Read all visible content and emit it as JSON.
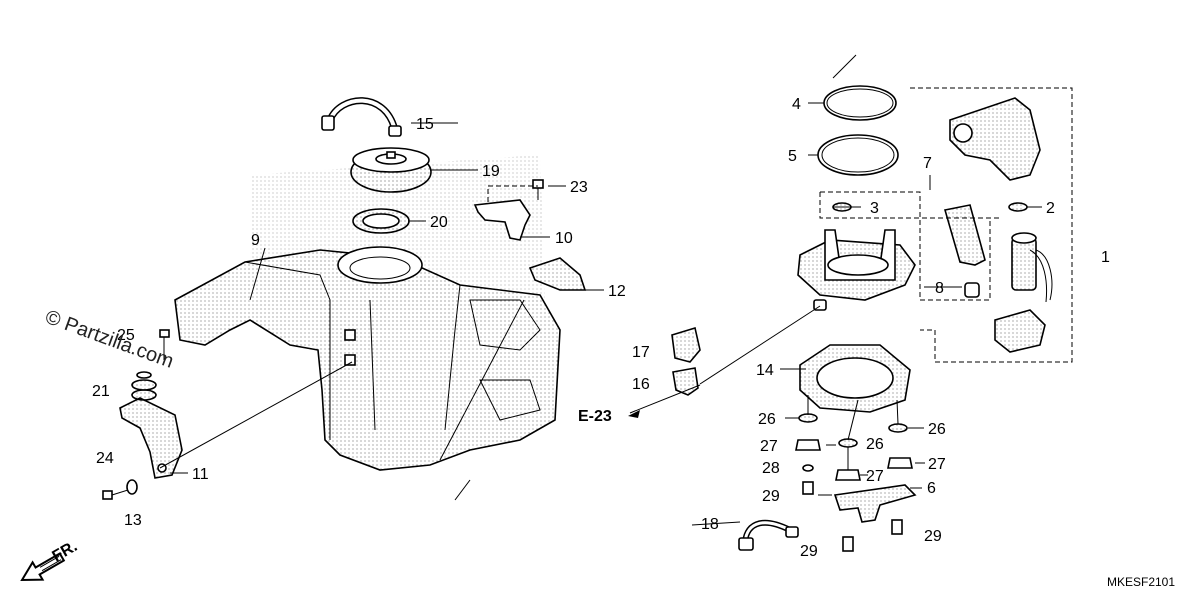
{
  "watermark": "© Partzilla.com",
  "diagram_code": "MKESF2101",
  "ref_label": "E-23",
  "direction_label": "FR.",
  "callouts": {
    "c1": "1",
    "c2": "2",
    "c3": "3",
    "c4": "4",
    "c5": "5",
    "c6": "6",
    "c7": "7",
    "c8": "8",
    "c9": "9",
    "c10": "10",
    "c11": "11",
    "c12": "12",
    "c13": "13",
    "c14": "14",
    "c15": "15",
    "c16": "16",
    "c17": "17",
    "c18": "18",
    "c19": "19",
    "c20": "20",
    "c21": "21",
    "c23": "23",
    "c24": "24",
    "c25": "25",
    "c26a": "26",
    "c26b": "26",
    "c26c": "26",
    "c27a": "27",
    "c27b": "27",
    "c27c": "27",
    "c28": "28",
    "c29a": "29",
    "c29b": "29",
    "c29c": "29"
  },
  "icons": {
    "direction_arrow": "front-direction-arrow-icon"
  }
}
